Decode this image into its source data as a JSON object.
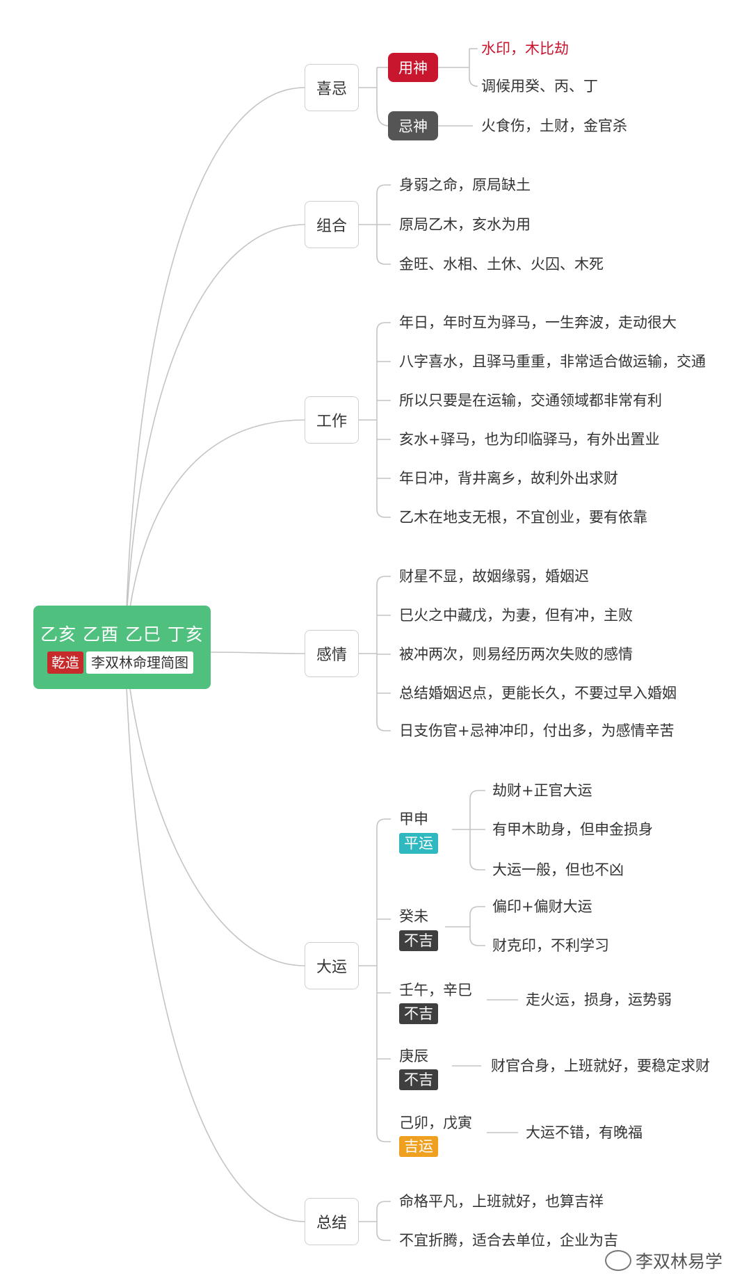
{
  "colors": {
    "root_bg": "#4fc07e",
    "yongshen": "#c8162e",
    "jishen": "#555555",
    "gender": "#c62a2a",
    "pingyun": "#2fb8c0",
    "buji": "#3f3f3f",
    "jiyun": "#f0a020",
    "line": "#c4c4c4"
  },
  "root": {
    "title": "乙亥 乙酉 乙巳 丁亥",
    "gender": "乾造",
    "label": "李双林命理简图"
  },
  "categories": {
    "xiji": "喜忌",
    "zuhe": "组合",
    "gongzuo": "工作",
    "ganqing": "感情",
    "dayun": "大运",
    "zongjie": "总结"
  },
  "xiji": {
    "yongshen": {
      "label": "用神",
      "items": [
        "水印，木比劫",
        "调候用癸、丙、丁"
      ]
    },
    "jishen": {
      "label": "忌神",
      "items": [
        "火食伤，土财，金官杀"
      ]
    }
  },
  "zuhe": {
    "items": [
      "身弱之命，原局缺土",
      "原局乙木，亥水为用",
      "金旺、水相、土休、火囚、木死"
    ]
  },
  "gongzuo": {
    "items": [
      "年日，年时互为驿马，一生奔波，走动很大",
      "八字喜水，且驿马重重，非常适合做运输，交通",
      "所以只要是在运输，交通领域都非常有利",
      "亥水+驿马，也为印临驿马，有外出置业",
      "年日冲，背井离乡，故利外出求财",
      "乙木在地支无根，不宜创业，要有依靠"
    ]
  },
  "ganqing": {
    "items": [
      "财星不显，故姻缘弱，婚姻迟",
      "巳火之中藏戊，为妻，但有冲，主败",
      "被冲两次，则易经历两次失败的感情",
      "总结婚姻迟点，更能长久，不要过早入婚姻",
      "日支伤官+忌神冲印，付出多，为感情辛苦"
    ]
  },
  "dayun": {
    "periods": [
      {
        "name": "甲申",
        "tag": "平运",
        "items": [
          "劫财+正官大运",
          "有甲木助身，但申金损身",
          "大运一般，但也不凶"
        ]
      },
      {
        "name": "癸未",
        "tag": "不吉",
        "items": [
          "偏印+偏财大运",
          "财克印，不利学习"
        ]
      },
      {
        "name": "壬午，辛巳",
        "tag": "不吉",
        "items": [
          "走火运，损身，运势弱"
        ]
      },
      {
        "name": "庚辰",
        "tag": "不吉",
        "items": [
          "财官合身，上班就好，要稳定求财"
        ]
      },
      {
        "name": "己卯，戊寅",
        "tag": "吉运",
        "items": [
          "大运不错，有晚福"
        ]
      }
    ]
  },
  "zongjie": {
    "items": [
      "命格平凡，上班就好，也算吉祥",
      "不宜折腾，适合去单位，企业为吉"
    ]
  },
  "watermark": "李双林易学"
}
